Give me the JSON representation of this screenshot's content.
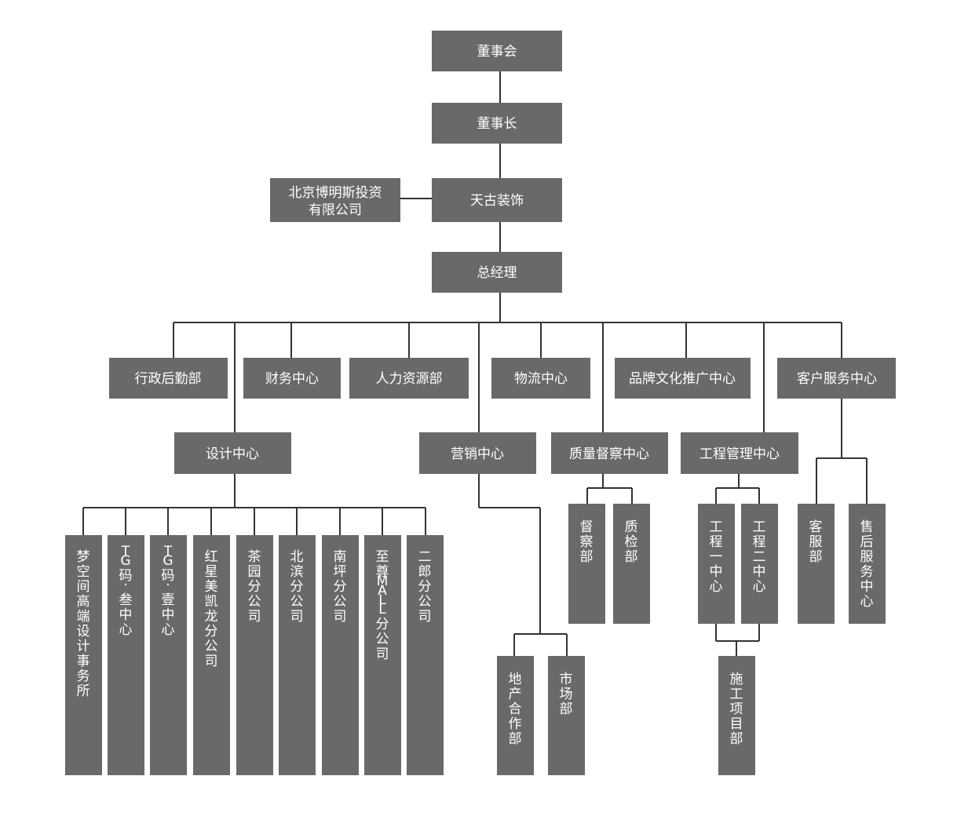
{
  "org_chart": {
    "board": "董事会",
    "chairman": "董事长",
    "company": "天古装饰",
    "investor": [
      "北京博明斯投资",
      "有限公司"
    ],
    "general_manager": "总经理",
    "depts": {
      "admin": "行政后勤部",
      "finance": "财务中心",
      "hr": "人力资源部",
      "logistics": "物流中心",
      "brand": "品牌文化推广中心",
      "customer": "客户服务中心",
      "design": "设计中心",
      "marketing": "营销中心",
      "quality": "质量督察中心",
      "engineering": "工程管理中心"
    },
    "design_units": [
      "梦空间高端设计事务所",
      "TG码·叁中心",
      "TG码·壹中心",
      "红星美凯龙分公司",
      "茶园分公司",
      "北滨分公司",
      "南坪分公司",
      "至尊MALL分公司",
      "二郎分公司"
    ],
    "marketing_units": [
      "地产合作部",
      "市场部"
    ],
    "quality_units": [
      "督察部",
      "质检部"
    ],
    "engineering_units": [
      "工程一中心",
      "工程二中心"
    ],
    "engineering_sub": "施工项目部",
    "customer_units": [
      "客服部",
      "售后服务中心"
    ]
  }
}
